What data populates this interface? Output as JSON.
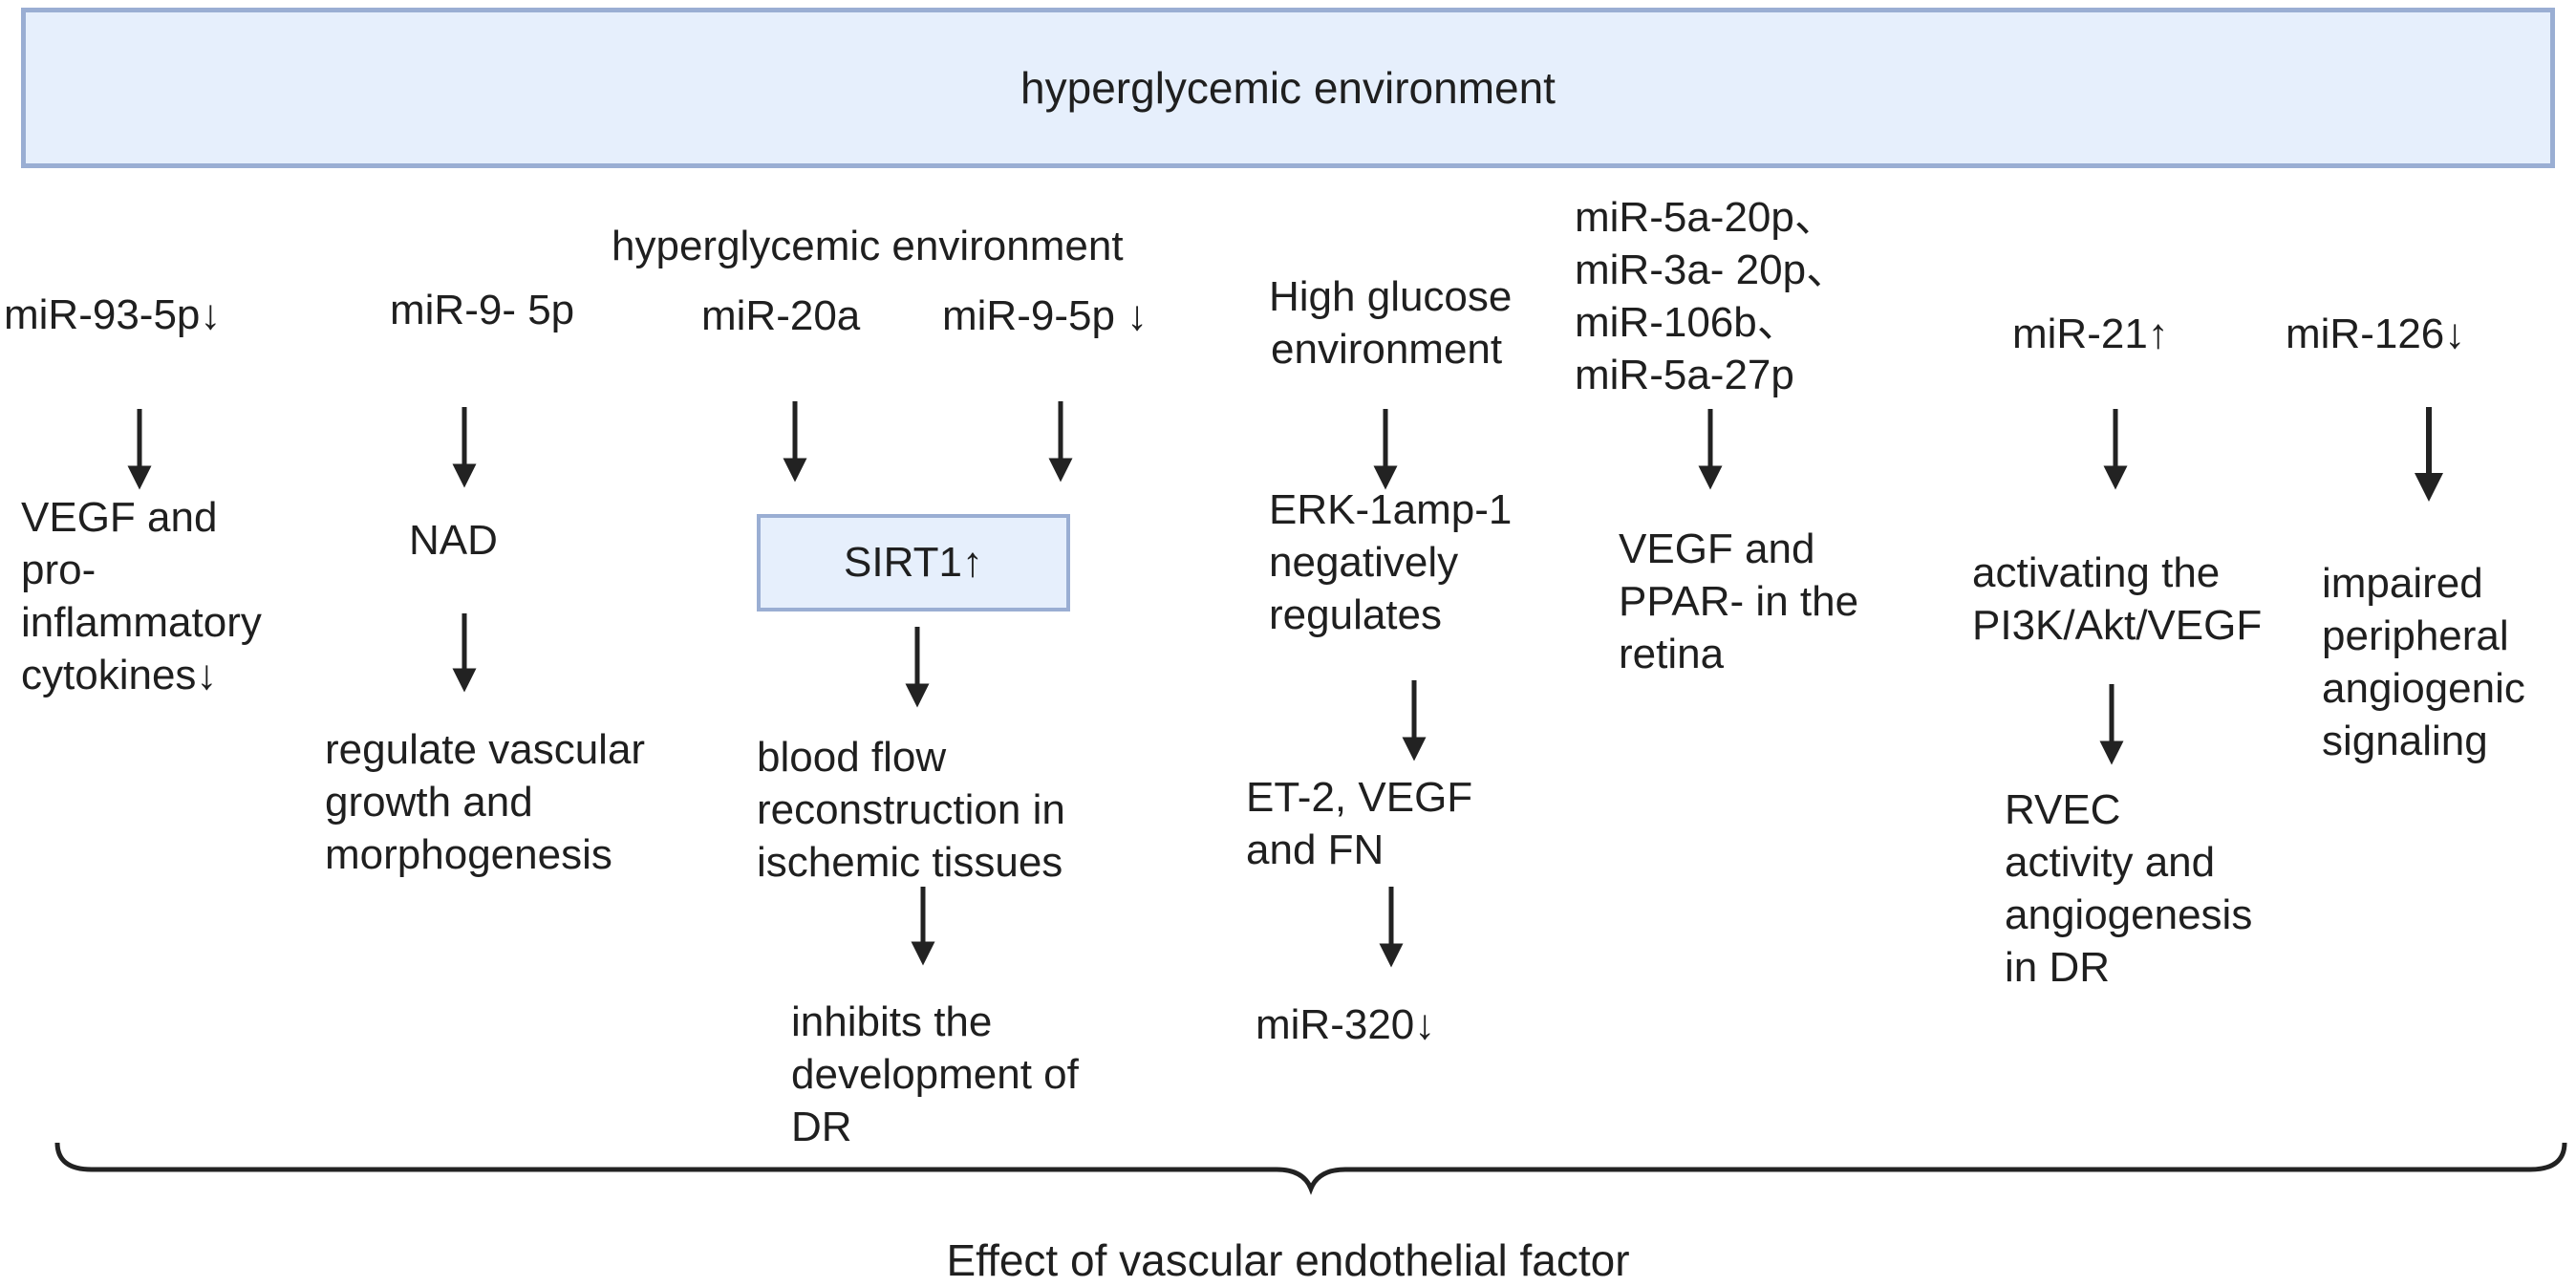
{
  "header": {
    "title": "hyperglycemic environment"
  },
  "col1": {
    "mirna": "miR-93-5p↓",
    "effect_lines": [
      "VEGF and",
      "pro-",
      "inflammatory",
      "cytokines↓"
    ]
  },
  "col2": {
    "mirna": "miR-9- 5p",
    "step1": "NAD",
    "effect_lines": [
      "regulate vascular",
      "growth and",
      "morphogenesis"
    ]
  },
  "col3": {
    "condition": "hyperglycemic environment",
    "mirna_a": "miR-20a",
    "mirna_b": "miR-9-5p ↓",
    "target": "SIRT1↑",
    "step2_lines": [
      "blood flow",
      "reconstruction in",
      "ischemic tissues"
    ],
    "step3_lines": [
      "inhibits the",
      "development of",
      "DR"
    ]
  },
  "col4": {
    "condition_lines": [
      "High glucose",
      "environment"
    ],
    "step1_lines": [
      "ERK-1amp-1",
      "negatively",
      "regulates"
    ],
    "step2_lines": [
      "ET-2, VEGF",
      "and FN"
    ],
    "step3": "miR-320↓"
  },
  "col5": {
    "mirna_lines": [
      "miR-5a-20p、",
      "miR-3a- 20p、",
      "miR-106b、",
      "miR-5a-27p"
    ],
    "effect_lines": [
      "VEGF and",
      "PPAR- in the",
      "retina"
    ]
  },
  "col6": {
    "mirna": "miR-21↑",
    "step1_lines": [
      "activating the",
      "PI3K/Akt/VEGF"
    ],
    "step2_lines": [
      "RVEC",
      "activity and",
      "angiogenesis",
      "in DR"
    ]
  },
  "col7": {
    "mirna": "miR-126↓",
    "effect_lines": [
      "impaired",
      "peripheral",
      "angiogenic",
      "signaling"
    ]
  },
  "footer": {
    "label": "Effect of vascular endothelial factor"
  }
}
